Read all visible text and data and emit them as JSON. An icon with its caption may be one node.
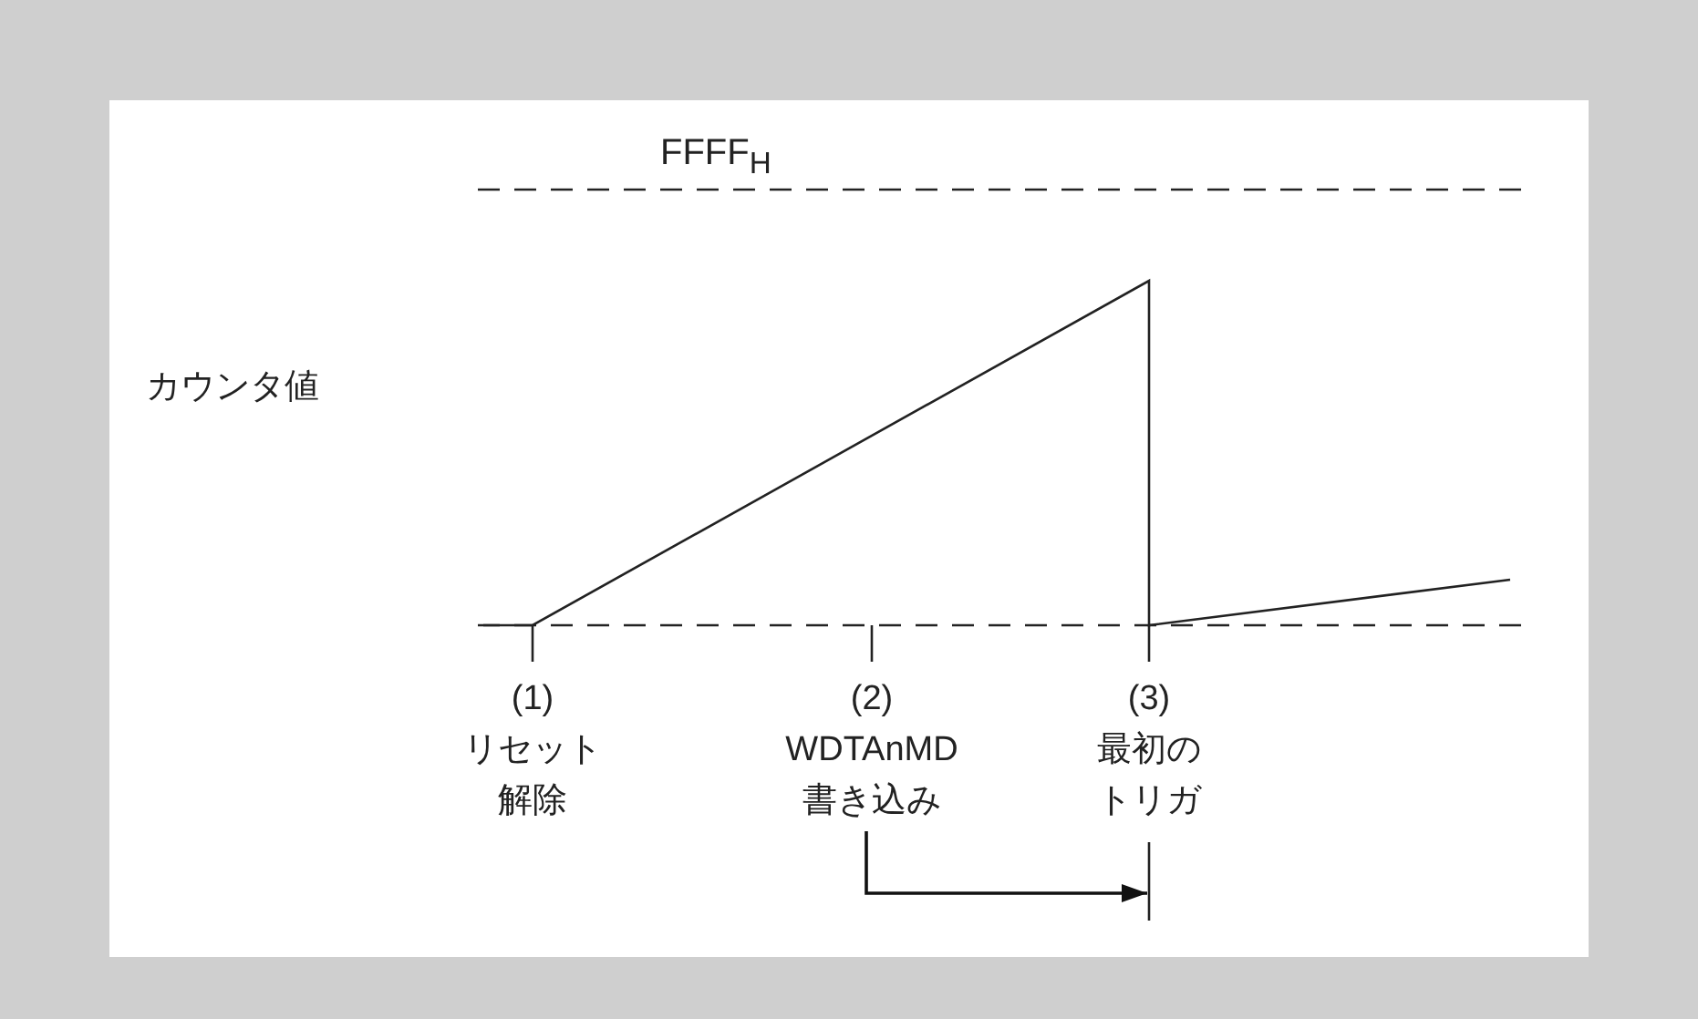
{
  "diagram": {
    "nodes": [
      {
        "text": [
          "(2)",
          "WDTAnMD 書き込み"
        ]
      },
      {
        "text": [],
        "shape": "bar"
      }
    ],
    "edges": [
      {
        "from": 0,
        "to": 1,
        "arrow": "to"
      }
    ],
    "labels": [
      "FFFF$_{H}$",
      "カウンタ値",
      "(1)",
      "リセット解除",
      "(3)",
      "最初のトリガ"
    ]
  }
}
